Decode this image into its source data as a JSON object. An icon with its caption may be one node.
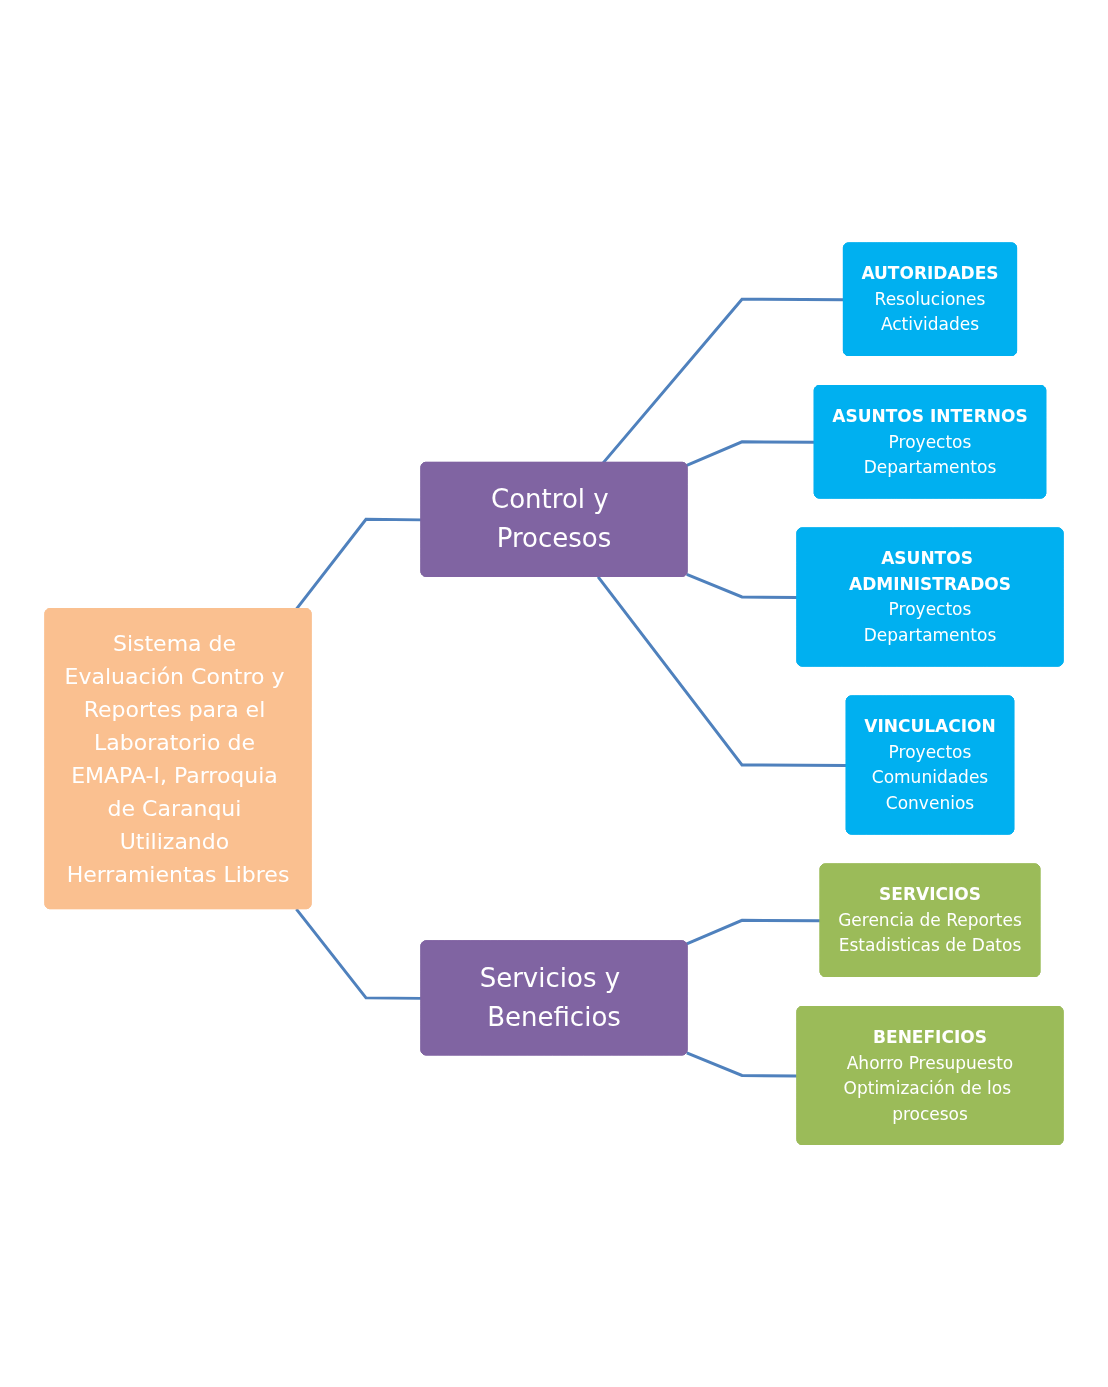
{
  "diagram": {
    "nodes": [
      {
        "text": [
          "Sistema de Evaluación Contro y Reportes para el Laboratorio de EMAPA-I, Parroquia de Caranqui Utilizando Herramientas Libres"
        ]
      },
      {
        "text": [
          "Control y Procesos"
        ]
      },
      {
        "text": [
          "Servicios y Beneficios"
        ]
      },
      {
        "text": [
          "AUTORIDADES",
          "Resoluciones",
          "Actividades"
        ]
      },
      {
        "text": [
          "ASUNTOS INTERNOS",
          "Proyectos",
          "Departamentos"
        ]
      },
      {
        "text": [
          "ASUNTOS ADMINISTRADOS",
          "Proyectos",
          "Departamentos"
        ]
      },
      {
        "text": [
          "VINCULACION",
          "Proyectos",
          "Comunidades",
          "Convenios"
        ]
      },
      {
        "text": [
          "SERVICIOS",
          "Gerencia de Reportes",
          "Estadisticas de Datos"
        ]
      },
      {
        "text": [
          "BENEFICIOS",
          "Ahorro Presupuesto",
          "Optimización de los procesos"
        ]
      }
    ],
    "edges": [
      {
        "from": 0,
        "to": 1,
        "arrow": "none"
      },
      {
        "from": 0,
        "to": 2,
        "arrow": "none"
      },
      {
        "from": 1,
        "to": 3,
        "arrow": "none"
      },
      {
        "from": 1,
        "to": 4,
        "arrow": "none"
      },
      {
        "from": 1,
        "to": 5,
        "arrow": "none"
      },
      {
        "from": 1,
        "to": 6,
        "arrow": "none"
      },
      {
        "from": 2,
        "to": 7,
        "arrow": "none"
      },
      {
        "from": 2,
        "to": 8,
        "arrow": "none"
      }
    ]
  }
}
